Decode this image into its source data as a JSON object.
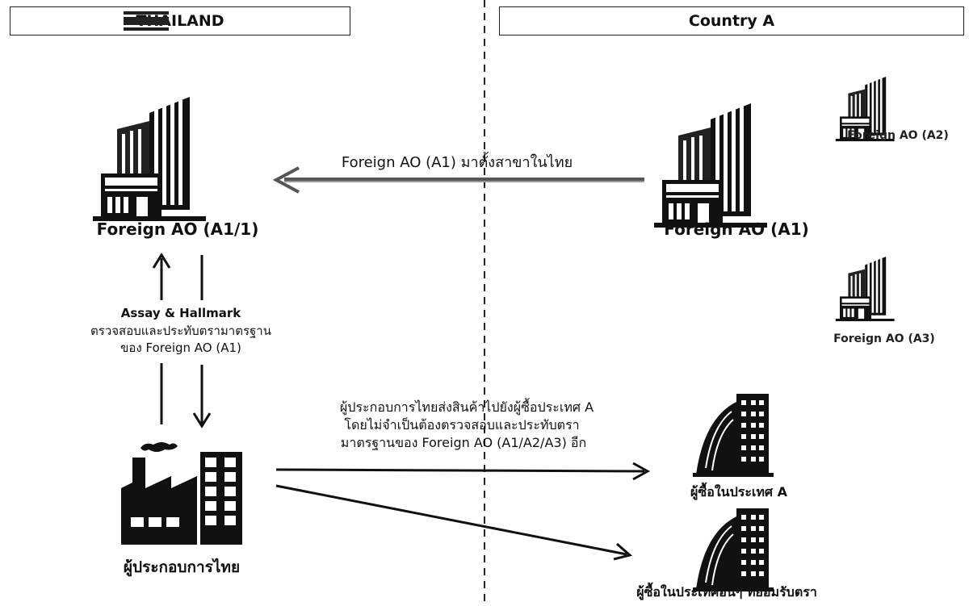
{
  "headers": {
    "left": "THAILAND",
    "right": "Country A"
  },
  "entities": {
    "foreign_ao_a1_1": "Foreign AO (A1/1)",
    "foreign_ao_a1": "Foreign AO (A1)",
    "foreign_ao_a2": "Foreign AO (A2)",
    "foreign_ao_a3": "Foreign AO (A3)",
    "thai_operator": "ผู้ประกอบการไทย",
    "buyer_country_a": "ผู้ซื้อในประเทศ A",
    "buyer_other_countries": "ผู้ซื้อในประเทศอื่นๆ ที่ยอมรับตรา"
  },
  "arrows": {
    "branch_label": "Foreign AO (A1) มาตั้งสาขาในไทย",
    "assay_title": "Assay & Hallmark",
    "assay_line1": "ตรวจสอบและประทับตรามาตรฐาน",
    "assay_line2": "ของ Foreign AO (A1)",
    "export_line1": "ผู้ประกอบการไทยส่งสินค้าไปยังผู้ซื้อประเทศ A",
    "export_line2": "โดยไม่จำเป็นต้องตรวจสอบและประทับตรา",
    "export_line3": "มาตรฐานของ Foreign AO (A1/A2/A3)  อีก"
  }
}
